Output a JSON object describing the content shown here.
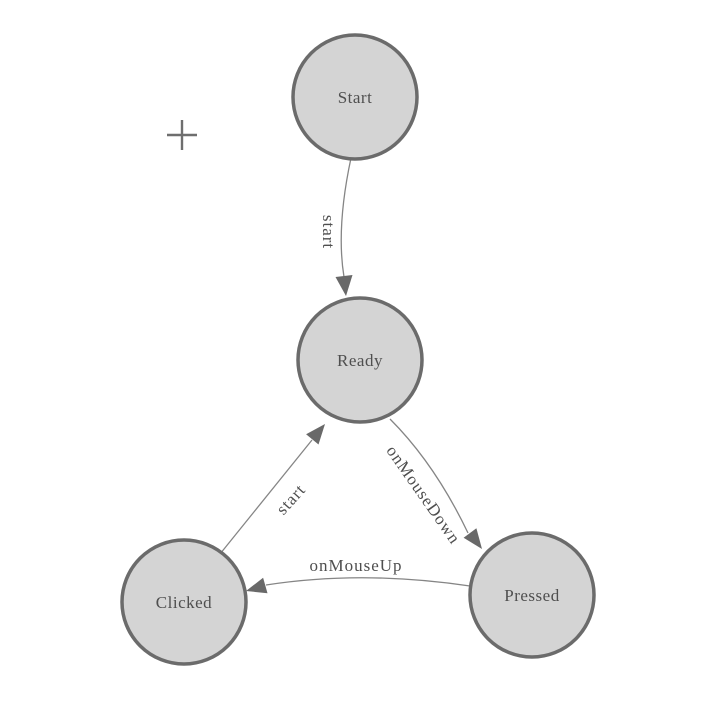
{
  "palette": {
    "background": "#ffffff",
    "node_fill": "#d4d4d4",
    "node_border": "#6b6b6b",
    "edge_line": "#858585",
    "arrow_fill": "#696969",
    "label_text": "#4f4f4f"
  },
  "nodes": [
    {
      "id": "start",
      "label": "Start"
    },
    {
      "id": "ready",
      "label": "Ready"
    },
    {
      "id": "clicked",
      "label": "Clicked"
    },
    {
      "id": "pressed",
      "label": "Pressed"
    }
  ],
  "edges": [
    {
      "id": "start-to-ready",
      "from": "Start",
      "to": "Ready",
      "label": "start"
    },
    {
      "id": "clicked-to-ready",
      "from": "Clicked",
      "to": "Ready",
      "label": "start"
    },
    {
      "id": "ready-to-pressed",
      "from": "Ready",
      "to": "Pressed",
      "label": "onMouseDown"
    },
    {
      "id": "pressed-to-clicked",
      "from": "Pressed",
      "to": "Clicked",
      "label": "onMouseUp"
    }
  ],
  "cursor": {
    "type": "plus-crosshair"
  }
}
